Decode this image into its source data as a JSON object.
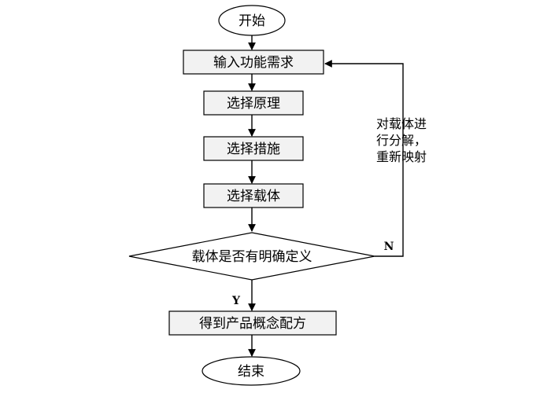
{
  "nodes": {
    "start": "开始",
    "input_requirements": "输入功能需求",
    "select_principle": "选择原理",
    "select_measures": "选择措施",
    "select_carrier": "选择载体",
    "decision": "载体是否有明确定义",
    "get_concept": "得到产品概念配方",
    "end": "结束"
  },
  "branches": {
    "yes": "Y",
    "no": "N"
  },
  "loop_note": {
    "line1": "对载体进",
    "line2": "行分解，",
    "line3": "重新映射"
  }
}
